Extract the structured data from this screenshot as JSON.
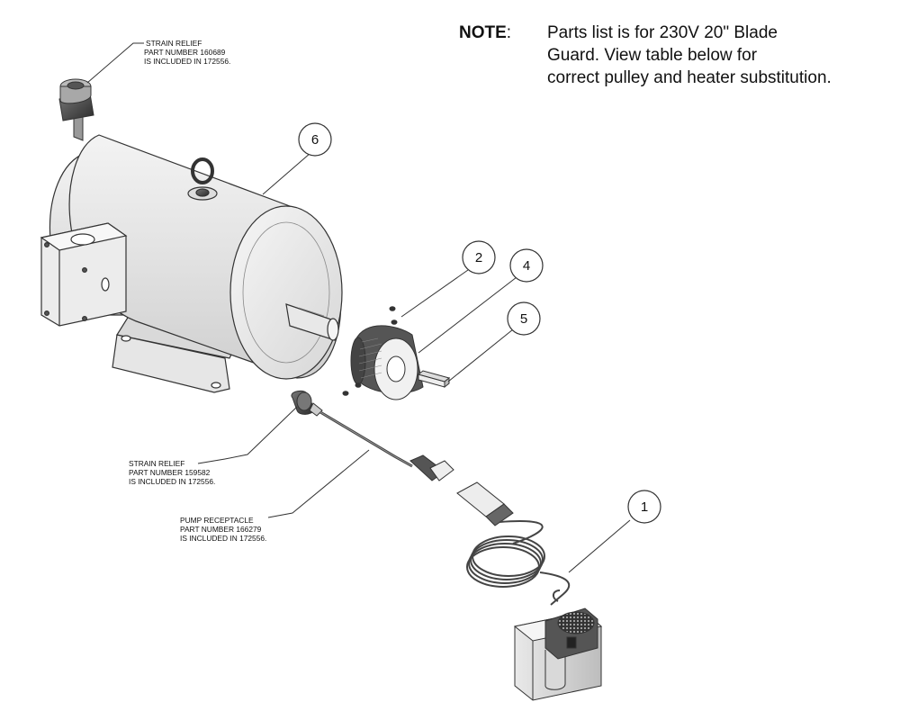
{
  "note": {
    "keyword": "NOTE",
    "colon": ":",
    "lines": [
      "Parts list is for 230V 20\" Blade",
      "Guard. View table below for",
      "correct pulley and heater substitution."
    ]
  },
  "callouts": {
    "c1": "1",
    "c2": "2",
    "c4": "4",
    "c5": "5",
    "c6": "6"
  },
  "labels": {
    "strain_relief_top": {
      "line1": "STRAIN RELIEF",
      "line2": "PART NUMBER 160689",
      "line3": "IS INCLUDED IN 172556."
    },
    "strain_relief_mid": {
      "line1": "STRAIN RELIEF",
      "line2": "PART NUMBER 159582",
      "line3": "IS INCLUDED IN 172556."
    },
    "pump_receptacle": {
      "line1": "PUMP RECEPTACLE",
      "line2": "PART NUMBER 166279",
      "line3": "IS INCLUDED IN 172556."
    }
  }
}
